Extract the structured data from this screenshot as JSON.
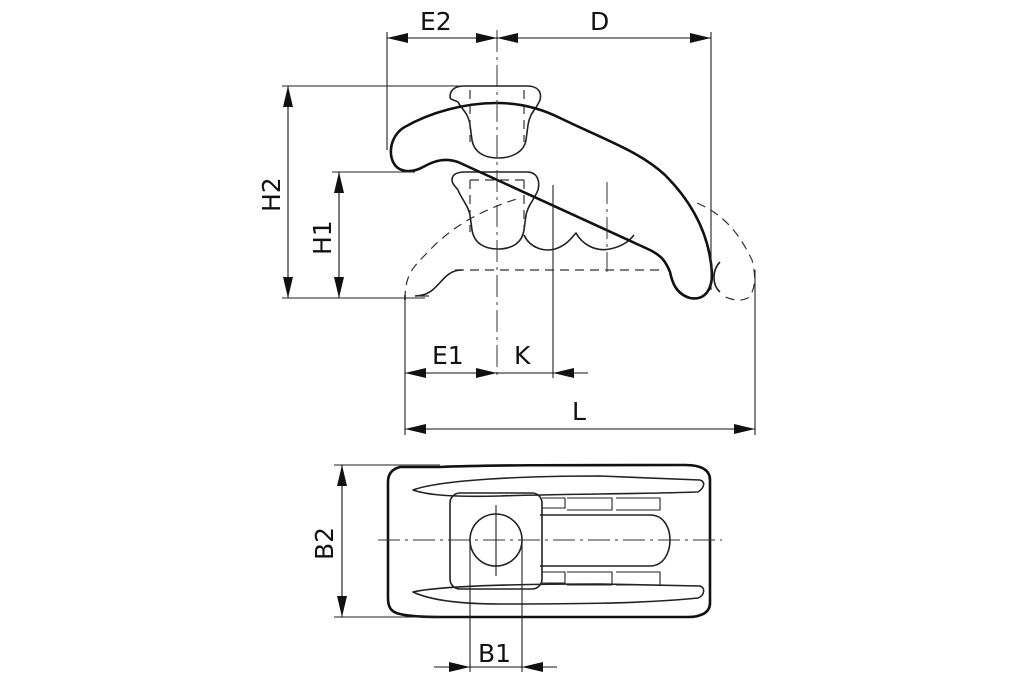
{
  "drawing": {
    "title": "Clamp technical drawing",
    "stroke_color": "#111111",
    "background": "#ffffff",
    "views": [
      {
        "name": "side-view",
        "description": "Side elevation of stepped clamp with pivot block"
      },
      {
        "name": "top-view",
        "description": "Plan view of clamp with slot and bolt hole"
      }
    ],
    "dimensions": {
      "E2": "E2",
      "D": "D",
      "H2": "H2",
      "H1": "H1",
      "E1": "E1",
      "K": "K",
      "L": "L",
      "B2": "B2",
      "B1": "B1"
    }
  }
}
